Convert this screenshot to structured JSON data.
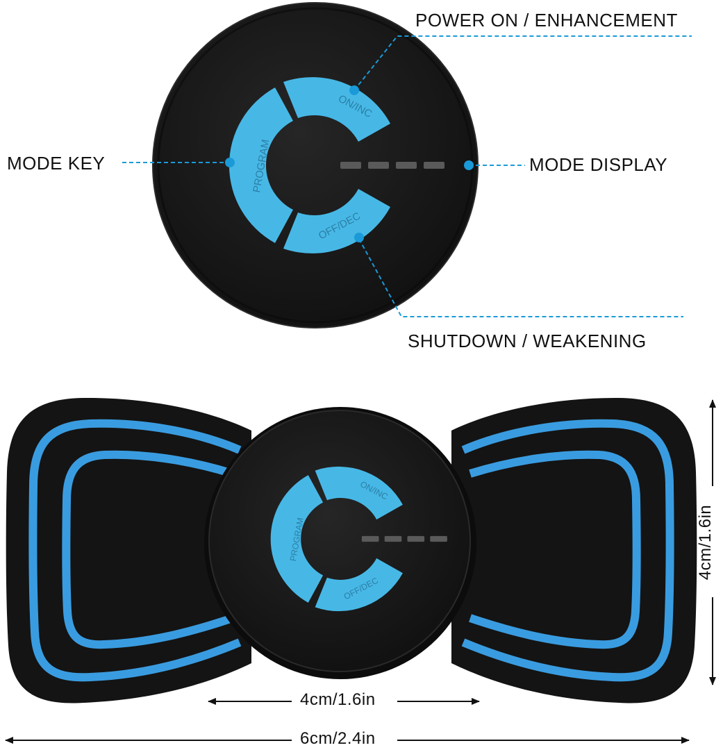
{
  "colors": {
    "device_black": "#151515",
    "button_blue": "#47b8e6",
    "callout_blue": "#1a9ad8",
    "ring_blue": "#3a9ce0",
    "indicator_grey": "#5a5a5a"
  },
  "callouts": {
    "power_on": "POWER ON / ENHANCEMENT",
    "mode_key": "MODE KEY",
    "mode_display": "MODE DISPLAY",
    "shutdown": "SHUTDOWN / WEAKENING"
  },
  "button_text": {
    "on_inc": "ON/INC",
    "program": "PROGRAM",
    "off_dec": "OFF/DEC"
  },
  "dimensions": {
    "width_controller": "4cm/1.6in",
    "width_total": "6cm/2.4in",
    "height": "4cm/1.6in"
  }
}
